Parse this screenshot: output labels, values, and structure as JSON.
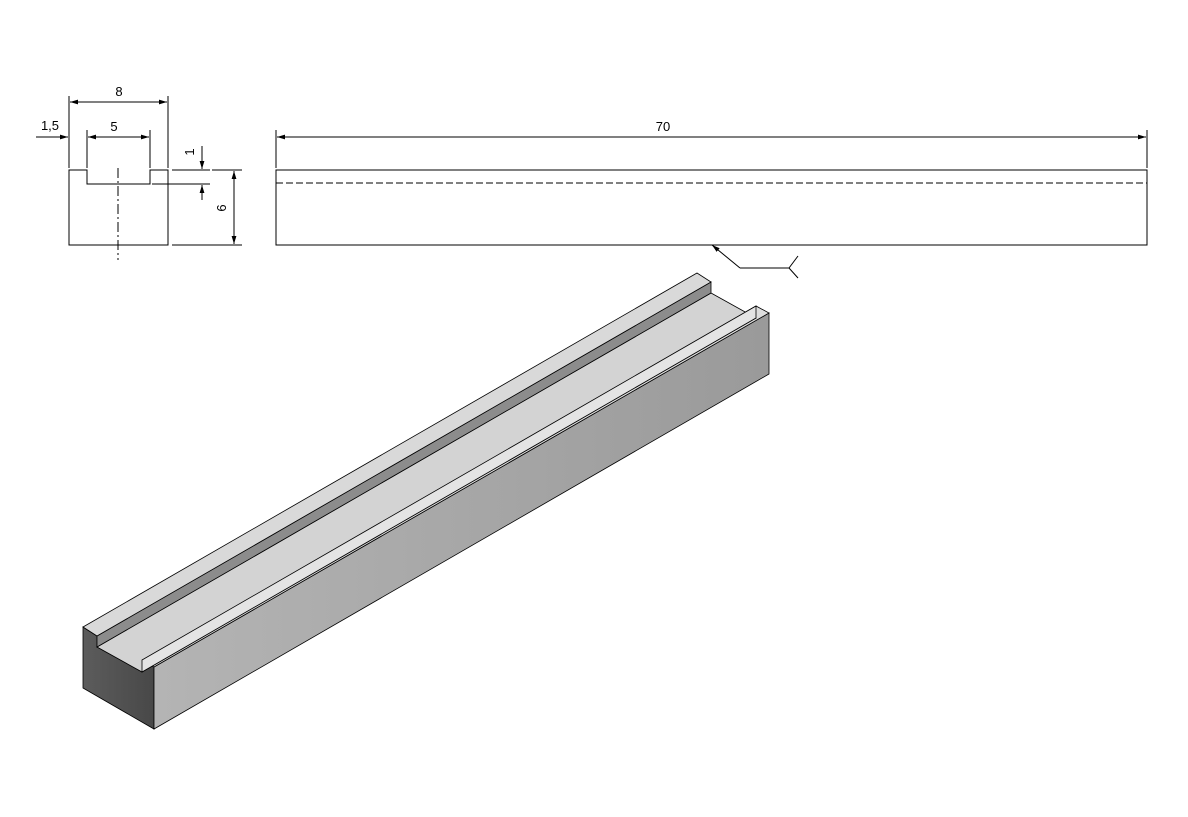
{
  "drawing": {
    "front_view": {
      "width_total": "8",
      "groove_width": "5",
      "edge_offset": "1,5",
      "groove_depth": "1",
      "height": "6"
    },
    "side_view": {
      "length": "70"
    }
  },
  "colors": {
    "line": "#000000",
    "face_top": "#d7d7d7",
    "face_groove_floor": "#d2d2d2",
    "face_groove_wall": "#8a8a8a",
    "face_side": "#a9a9a9",
    "face_end": "#5a5a5a"
  }
}
